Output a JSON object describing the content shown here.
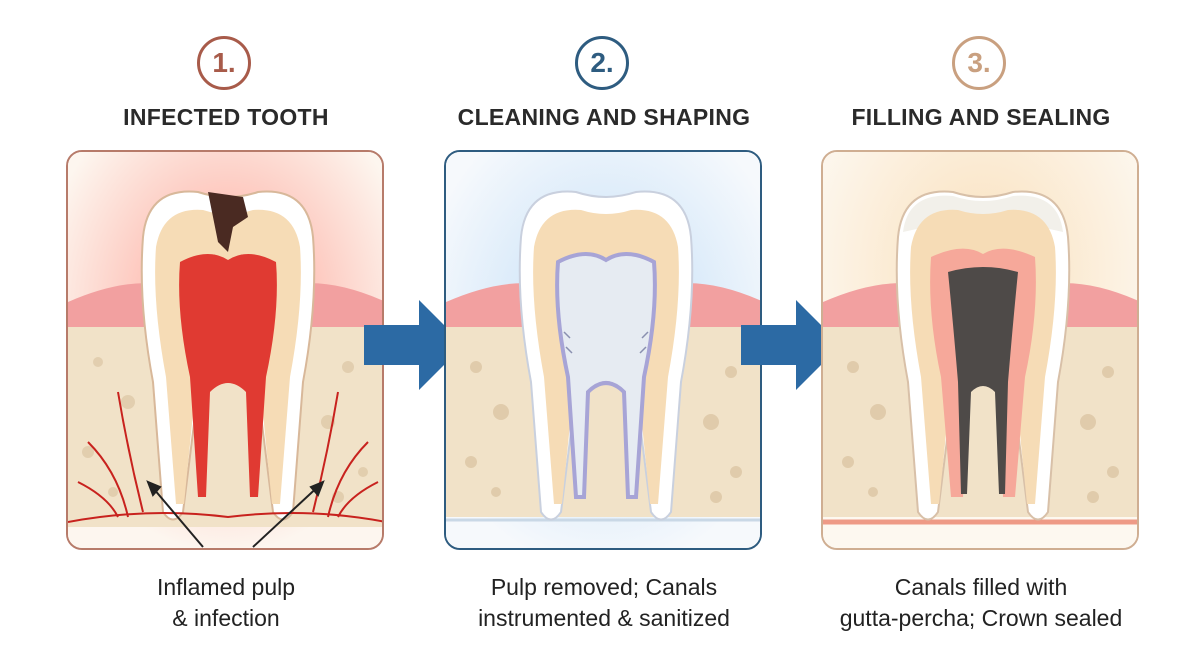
{
  "steps": [
    {
      "number": "1.",
      "title": "INFECTED TOOTH",
      "caption_line1": "Inflamed pulp",
      "caption_line2": "& infection",
      "accent_color": "#a85b4a",
      "glow_color": "#f05a4a"
    },
    {
      "number": "2.",
      "title": "CLEANING AND SHAPING",
      "caption_line1": "Pulp removed; Canals",
      "caption_line2": "instrumented & sanitized",
      "accent_color": "#2e5c80",
      "glow_color": "#5aa8f0"
    },
    {
      "number": "3.",
      "title": "FILLING AND SEALING",
      "caption_line1": "Canals filled with",
      "caption_line2": "gutta-percha; Crown sealed",
      "accent_color": "#c9a080",
      "glow_color": "#f5c27a"
    }
  ],
  "colors": {
    "arrow": "#2c6aa4",
    "gum": "#f2a0a0",
    "bone": "#f1e2c8",
    "enamel": "#ffffff",
    "dentin": "#f6dcb6",
    "pulp_infected": "#e03a32",
    "decay": "#4a2a22",
    "gutta_percha": "#4e4a48"
  },
  "icons": [
    "arrow-right-icon",
    "tooth-icon"
  ]
}
